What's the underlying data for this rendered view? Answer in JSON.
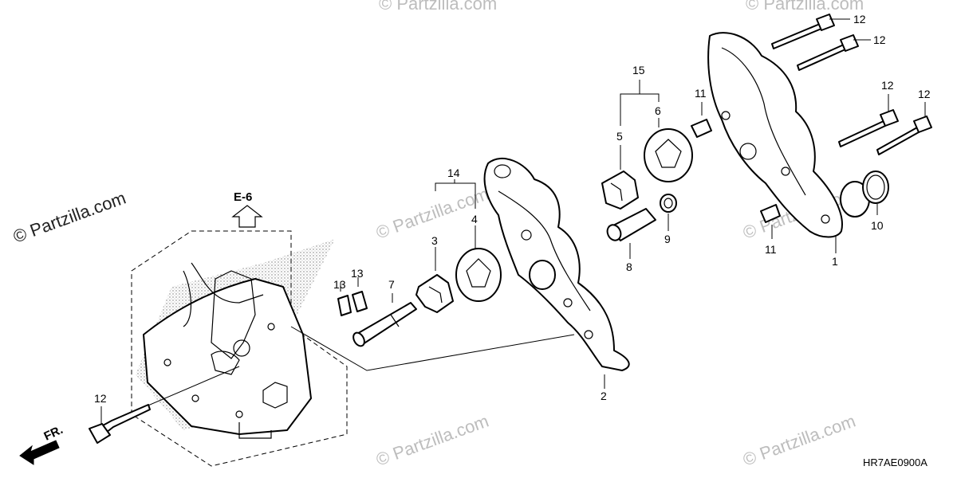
{
  "watermark": {
    "main": "© Partzilla.com",
    "faint": "© Partzilla.com"
  },
  "reference_label": "E-6",
  "direction_label": "FR.",
  "diagram_code": "HR7AE0900A",
  "callouts": {
    "c1": "1",
    "c2": "2",
    "c3": "3",
    "c4": "4",
    "c5": "5",
    "c6": "6",
    "c7": "7",
    "c8": "8",
    "c9": "9",
    "c10": "10",
    "c11a": "11",
    "c11b": "11",
    "c12a": "12",
    "c12b": "12",
    "c12c": "12",
    "c12d": "12",
    "c12e": "12",
    "c13a": "13",
    "c13b": "13",
    "c14": "14",
    "c15": "15"
  }
}
